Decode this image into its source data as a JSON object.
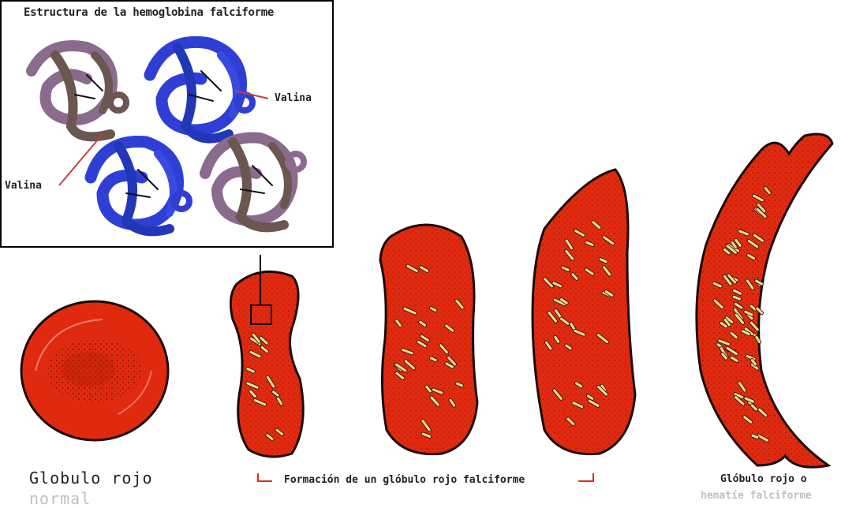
{
  "inset": {
    "title": "Estructura de la hemoglobina falciforme",
    "label_right": "Valina",
    "label_left": "Valina"
  },
  "labels": {
    "normal_line1": "Globulo rojo",
    "normal_line2": "normal",
    "formation": "Formación de un glóbulo rojo falciforme",
    "sickle_line1": "Glóbulo rojo o",
    "sickle_line2": "hematíe falciforme"
  },
  "colors": {
    "cell_fill": "#e02a10",
    "cell_outline": "#1a0a05",
    "inclusion": "#e8d890",
    "globin_blue": "#2f3fd6",
    "globin_purple": "#8a6b8e",
    "globin_brown": "#6b5650"
  }
}
